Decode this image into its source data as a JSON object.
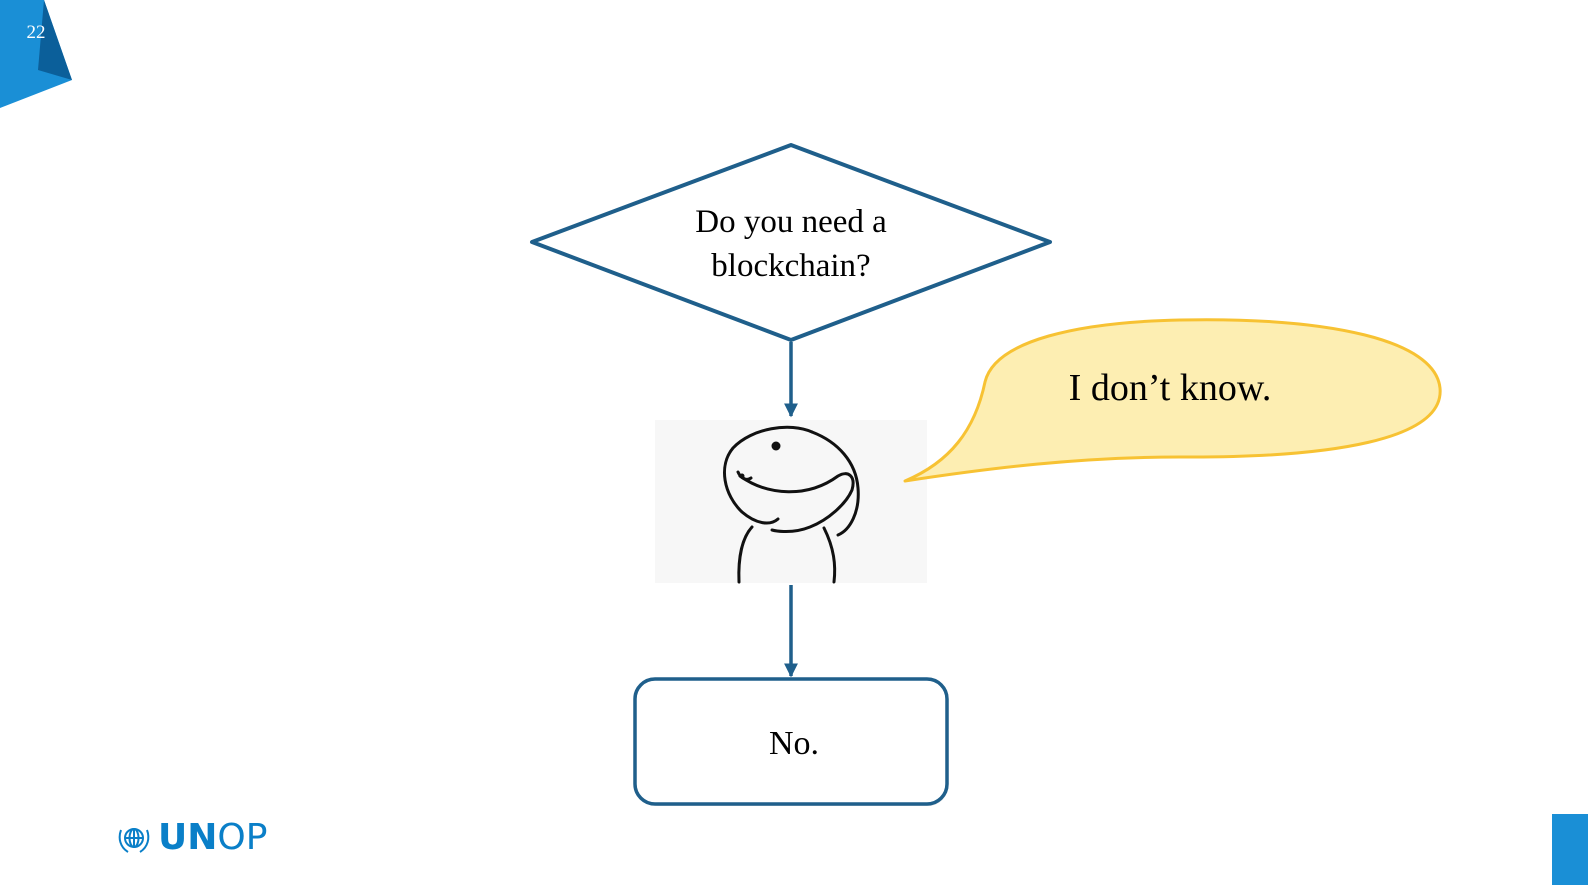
{
  "slide": {
    "page_number": "22"
  },
  "flowchart": {
    "decision": {
      "line1": "Do you need a",
      "line2": "blockchain?"
    },
    "speech_bubble": "I don’t know.",
    "result": "No."
  },
  "footer": {
    "logo_un": "UN",
    "logo_op": "OP"
  },
  "colors": {
    "flow_stroke": "#1f5f8b",
    "bubble_fill": "#fdeeb2",
    "bubble_stroke": "#f7c233",
    "brand_blue": "#0a7fc8",
    "corner_dark": "#0b5f9a",
    "corner_light": "#1a8fd6"
  }
}
